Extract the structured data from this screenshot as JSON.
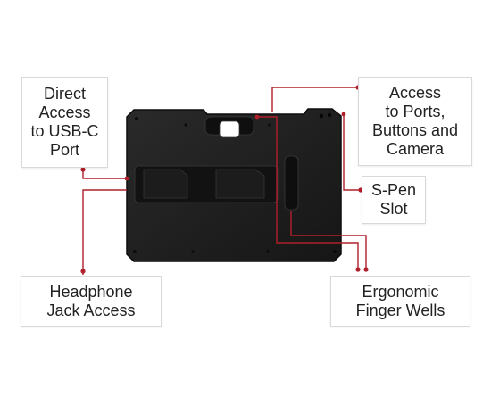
{
  "labels": {
    "usb_c": [
      "Direct",
      "Access",
      "to USB-C",
      "Port"
    ],
    "ports": [
      "Access",
      "to Ports,",
      "Buttons and",
      "Camera"
    ],
    "spen": [
      "S-Pen",
      "Slot"
    ],
    "headphone": [
      "Headphone",
      "Jack Access"
    ],
    "finger_wells": [
      "Ergonomic",
      "Finger Wells"
    ]
  },
  "colors": {
    "case": "#1f1f1f",
    "case_edge": "#0d0d0d",
    "callout_line": "#b0202a",
    "box_border": "#d9d9d9",
    "text": "#222222"
  }
}
